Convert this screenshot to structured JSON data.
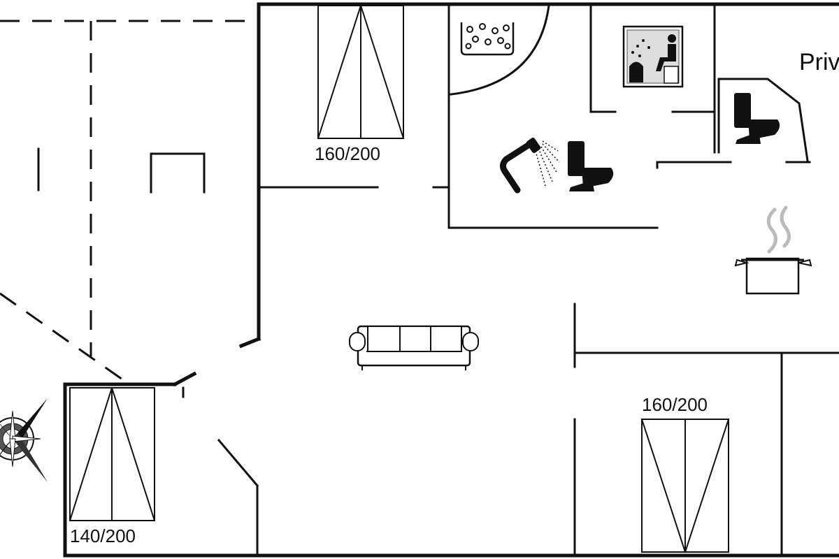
{
  "labels": {
    "bed_top": "160/200",
    "bed_right": "160/200",
    "bed_left": "140/200",
    "room_private": "Priv"
  },
  "icons": [
    "spa-icon",
    "sauna-icon",
    "shower-icon",
    "toilet-icon",
    "toilet-icon",
    "cooking-pot-icon",
    "sofa-icon",
    "compass-icon"
  ]
}
